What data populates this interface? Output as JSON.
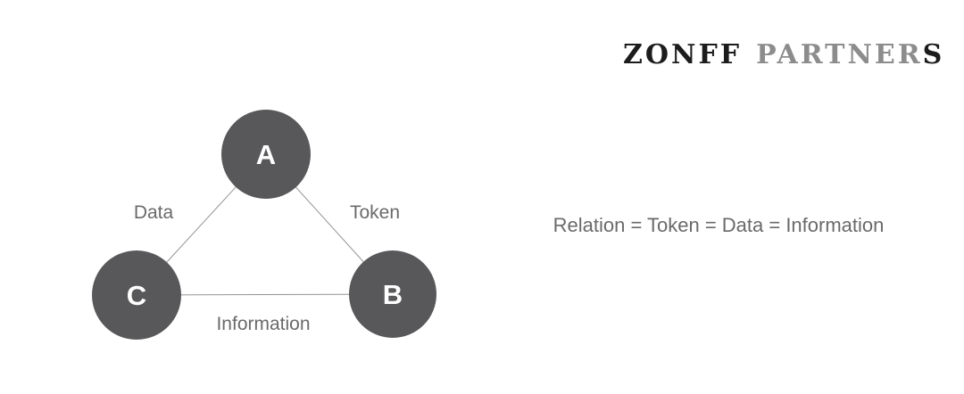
{
  "logo": {
    "primary": "ZONFF",
    "secondary": "PARTNER",
    "suffix": "S"
  },
  "diagram": {
    "nodes": [
      {
        "id": "A",
        "label": "A"
      },
      {
        "id": "B",
        "label": "B"
      },
      {
        "id": "C",
        "label": "C"
      }
    ],
    "edges": [
      {
        "from": "A",
        "to": "C",
        "label": "Data"
      },
      {
        "from": "A",
        "to": "B",
        "label": "Token"
      },
      {
        "from": "C",
        "to": "B",
        "label": "Information"
      }
    ]
  },
  "equation": "Relation = Token = Data = Information",
  "colors": {
    "background": "#FFFFFF",
    "node_fill": "#58585A",
    "node_text": "#FFFFFF",
    "edge_line": "#949494",
    "label_text": "#6A6A6A",
    "logo_dark": "#1C1C1C",
    "logo_gray": "#8C8C8C"
  }
}
